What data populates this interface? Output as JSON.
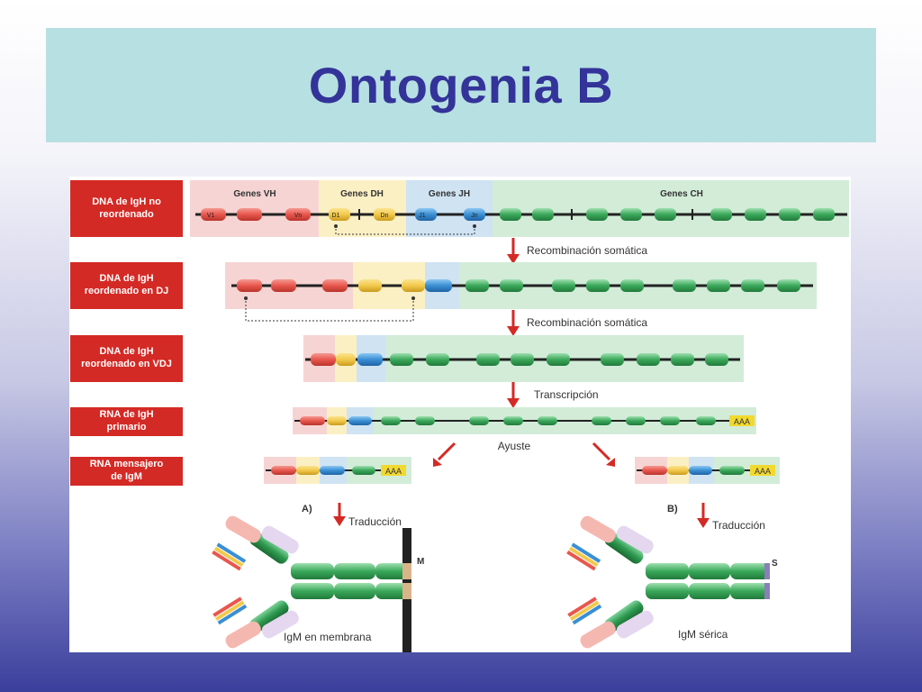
{
  "slide": {
    "title": "Ontogenia B"
  },
  "row_labels": [
    "DNA de IgH no\nreordenado",
    "DNA de IgH\nreordenado en DJ",
    "DNA de IgH\nreordenado en VDJ",
    "RNA de IgH\nprimario",
    "RNA mensajero\nde IgM"
  ],
  "gene_headers": {
    "v": "Genes VH",
    "d": "Genes DH",
    "j": "Genes JH",
    "c": "Genes CH"
  },
  "segment_labels": {
    "v1": "V1",
    "vn": "Vn",
    "d1": "D1",
    "dn": "Dn",
    "j1": "J1",
    "jn": "Jn"
  },
  "steps": {
    "recombination_1": "Recombinación somática",
    "recombination_2": "Recombinación somática",
    "transcription": "Transcripción",
    "splicing": "Ayuste",
    "translation_a": "Traducción",
    "translation_b": "Traducción"
  },
  "poly_a": "AAA",
  "panels": {
    "a_label": "A)",
    "b_label": "B)",
    "a_caption": "IgM en membrana",
    "b_caption": "IgM sérica",
    "m_marker": "M",
    "s_marker": "S"
  },
  "colors": {
    "title_text": "#333399",
    "title_bg": "#b7e0e2",
    "label_bg": "#d42a25",
    "arrow": "#d42a25",
    "v_gene": "#e8574e",
    "d_gene": "#f2c94c",
    "j_gene": "#3a8fd4",
    "c_gene": "#3aa85a"
  }
}
